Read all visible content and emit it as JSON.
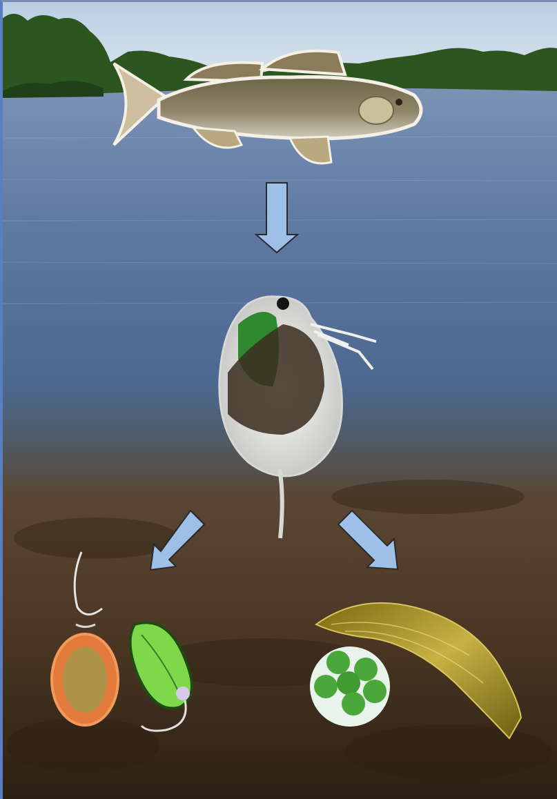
{
  "diagram": {
    "type": "aquatic food chain",
    "background": "lake",
    "nodes": [
      {
        "id": "fish",
        "kind": "predator fish (walleye)"
      },
      {
        "id": "daphnia",
        "kind": "water flea (zooplankton)"
      },
      {
        "id": "flagellate-orange",
        "kind": "flagellated protist"
      },
      {
        "id": "flagellate-green",
        "kind": "green flagellate"
      },
      {
        "id": "green-algae-colony",
        "kind": "spherical green algae colony"
      },
      {
        "id": "diatom",
        "kind": "elongated golden diatom / alga"
      }
    ],
    "arrows": [
      {
        "from": "fish",
        "to": "daphnia",
        "icon": "arrow-down-icon"
      },
      {
        "from": "daphnia",
        "to": "protists",
        "icon": "arrow-down-left-icon"
      },
      {
        "from": "daphnia",
        "to": "algae",
        "icon": "arrow-down-right-icon"
      }
    ]
  },
  "colors": {
    "sky": "#c9d8e8",
    "water_top": "#5f7ba3",
    "water_bottom": "#3b2f22",
    "trees": "#2f5a22",
    "arrow_fill": "#9ec0e8",
    "arrow_stroke": "#2a2a2a",
    "frame_left": "#5a7fc0"
  }
}
